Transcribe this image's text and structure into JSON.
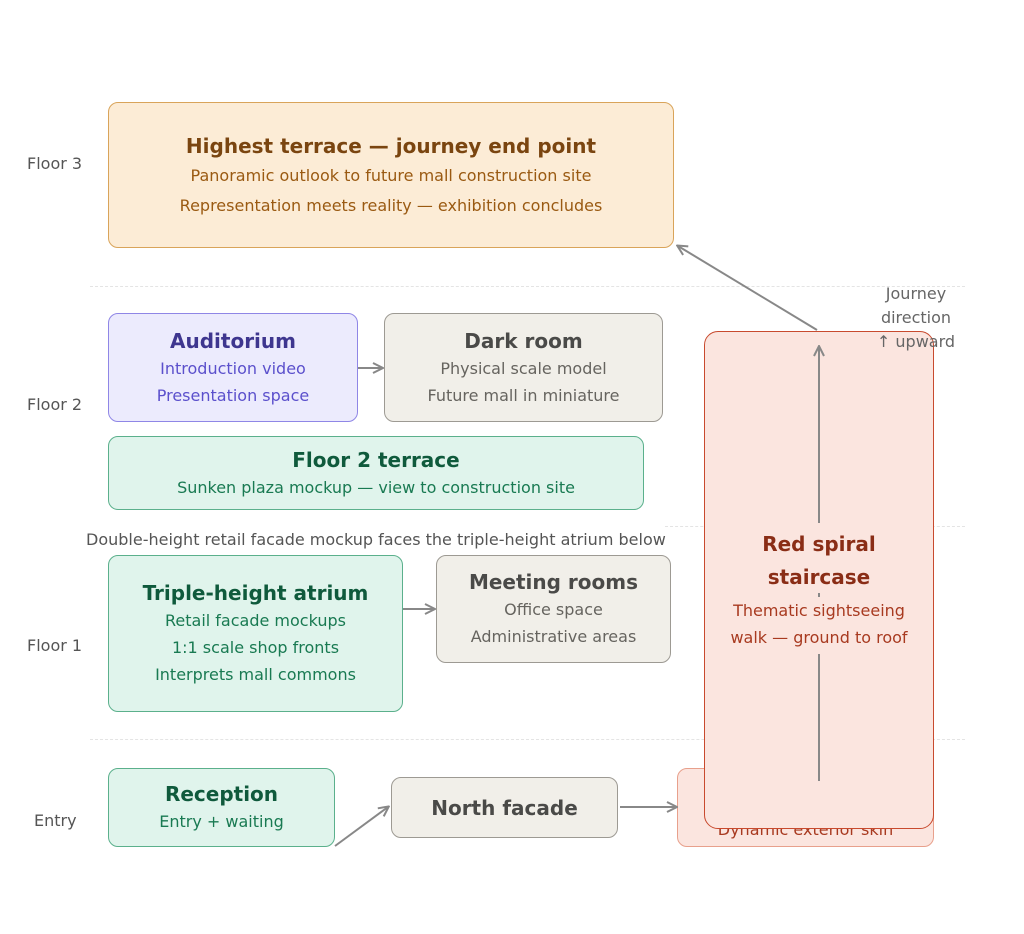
{
  "floors": {
    "floor3": "Floor 3",
    "floor2": "Floor 2",
    "floor1": "Floor 1",
    "entry": "Entry"
  },
  "terrace_top": {
    "title": "Highest terrace — journey end point",
    "line1": "Panoramic outlook to future mall construction site",
    "line2": "Representation meets reality — exhibition concludes"
  },
  "auditorium": {
    "title": "Auditorium",
    "line1": "Introduction video",
    "line2": "Presentation space"
  },
  "dark_room": {
    "title": "Dark room",
    "line1": "Physical scale model",
    "line2": "Future mall in miniature"
  },
  "floor2_terrace": {
    "title": "Floor 2 terrace",
    "line1": "Sunken plaza mockup — view to construction site"
  },
  "atrium_note": "Double-height retail facade mockup faces the triple-height atrium below",
  "atrium": {
    "title": "Triple-height atrium",
    "line1": "Retail facade mockups",
    "line2": "1:1 scale shop fronts",
    "line3": "Interprets mall commons"
  },
  "meeting_rooms": {
    "title": "Meeting rooms",
    "line1": "Office space",
    "line2": "Administrative areas"
  },
  "reception": {
    "title": "Reception",
    "line1": "Entry + waiting"
  },
  "north_facade": {
    "title": "North facade"
  },
  "exterior_skin": {
    "line1": "Dynamic exterior skin"
  },
  "staircase": {
    "title_line1": "Red spiral",
    "title_line2": "staircase",
    "line1": "Thematic sightseeing",
    "line2": "walk — ground to roof"
  },
  "journey": {
    "line1": "Journey",
    "line2": "direction",
    "line3": "↑ upward"
  },
  "colors": {
    "orange": "#fcecd6",
    "purple": "#ecebfd",
    "gray": "#f1efe9",
    "green": "#e0f4ec",
    "red": "#fbe5df",
    "red_border": "#c84a2e",
    "arrow": "#888888"
  }
}
